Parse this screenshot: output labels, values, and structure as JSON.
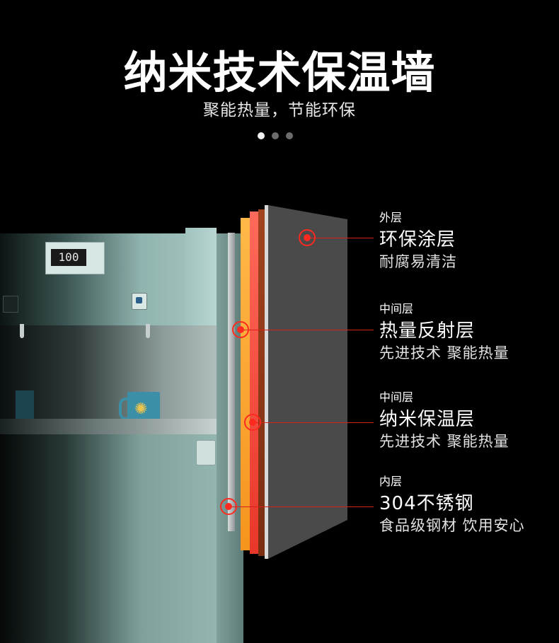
{
  "header": {
    "title": "纳米技术保温墙",
    "subtitle": "聚能热量，节能环保"
  },
  "carousel": {
    "total": 3,
    "active_index": 0
  },
  "product": {
    "display_reading": "100"
  },
  "layers": [
    {
      "tag": "外层",
      "title": "环保涂层",
      "desc": "耐腐易清洁"
    },
    {
      "tag": "中间层",
      "title": "热量反射层",
      "desc": "先进技术 聚能热量"
    },
    {
      "tag": "中间层",
      "title": "纳米保温层",
      "desc": "先进技术 聚能热量"
    },
    {
      "tag": "内层",
      "title": "304不锈钢",
      "desc": "食品级钢材 饮用安心"
    }
  ],
  "colors": {
    "background": "#000000",
    "marker": "#ff2a1f",
    "layer_orange": "#f5941e",
    "layer_red": "#e8362a",
    "layer_brown": "#7a2e12",
    "layer_outer": "#4a4a4a"
  }
}
